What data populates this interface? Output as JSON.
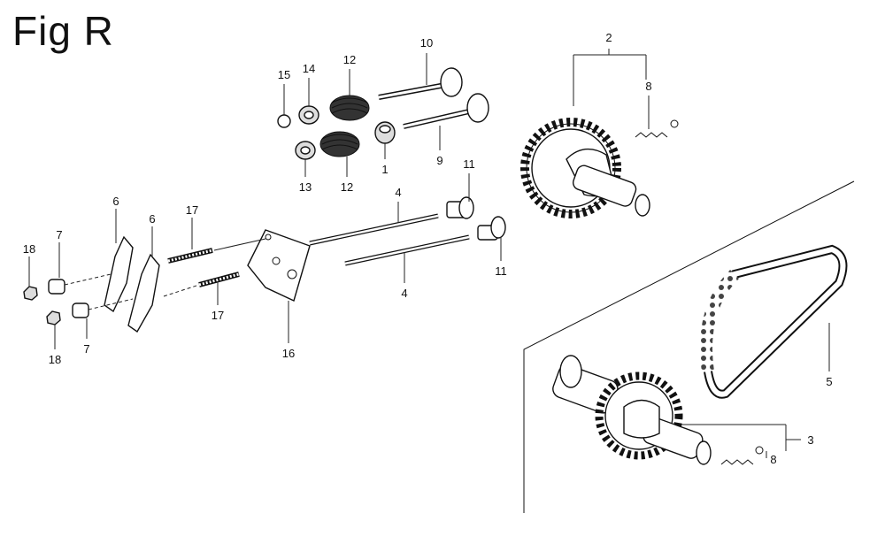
{
  "figure": {
    "title": "Fig R"
  },
  "callouts": [
    {
      "id": "c10",
      "text": "10"
    },
    {
      "id": "c2",
      "text": "2"
    },
    {
      "id": "c12a",
      "text": "12"
    },
    {
      "id": "c15",
      "text": "15"
    },
    {
      "id": "c14",
      "text": "14"
    },
    {
      "id": "c8a",
      "text": "8"
    },
    {
      "id": "c1",
      "text": "1"
    },
    {
      "id": "c9",
      "text": "9"
    },
    {
      "id": "c13",
      "text": "13"
    },
    {
      "id": "c12b",
      "text": "12"
    },
    {
      "id": "c11a",
      "text": "11"
    },
    {
      "id": "c4a",
      "text": "4"
    },
    {
      "id": "c6a",
      "text": "6"
    },
    {
      "id": "c6b",
      "text": "6"
    },
    {
      "id": "c17a",
      "text": "17"
    },
    {
      "id": "c18a",
      "text": "18"
    },
    {
      "id": "c7a",
      "text": "7"
    },
    {
      "id": "c11b",
      "text": "11"
    },
    {
      "id": "c4b",
      "text": "4"
    },
    {
      "id": "c17b",
      "text": "17"
    },
    {
      "id": "c18b",
      "text": "18"
    },
    {
      "id": "c7b",
      "text": "7"
    },
    {
      "id": "c16",
      "text": "16"
    },
    {
      "id": "c5",
      "text": "5"
    },
    {
      "id": "c3",
      "text": "3"
    },
    {
      "id": "c8b",
      "text": "8"
    }
  ]
}
